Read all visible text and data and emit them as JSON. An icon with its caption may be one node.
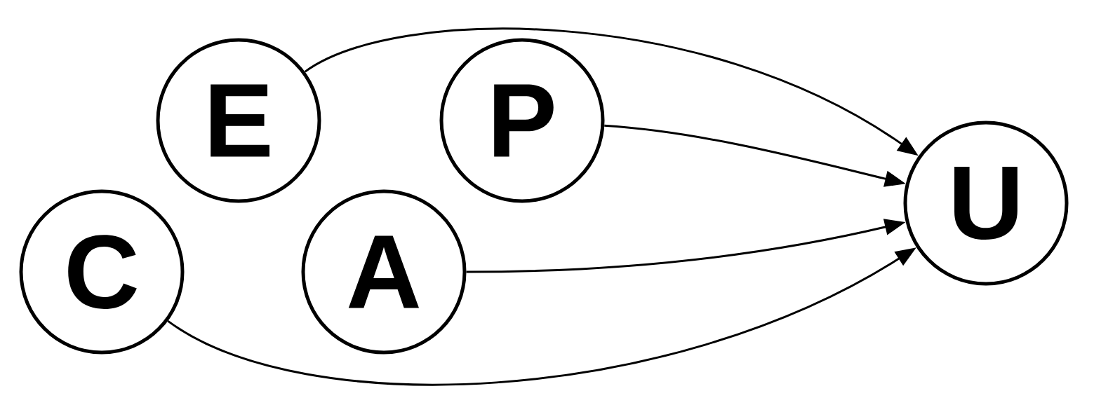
{
  "diagram": {
    "nodes": [
      {
        "text": [
          "E"
        ]
      },
      {
        "text": [
          "P"
        ]
      },
      {
        "text": [
          "C"
        ]
      },
      {
        "text": [
          "A"
        ]
      },
      {
        "text": [
          "U"
        ]
      }
    ],
    "edges": [
      {
        "from": 0,
        "to": 4,
        "arrow": "to"
      },
      {
        "from": 1,
        "to": 4,
        "arrow": "to"
      },
      {
        "from": 3,
        "to": 4,
        "arrow": "to"
      },
      {
        "from": 2,
        "to": 4,
        "arrow": "to"
      }
    ]
  }
}
